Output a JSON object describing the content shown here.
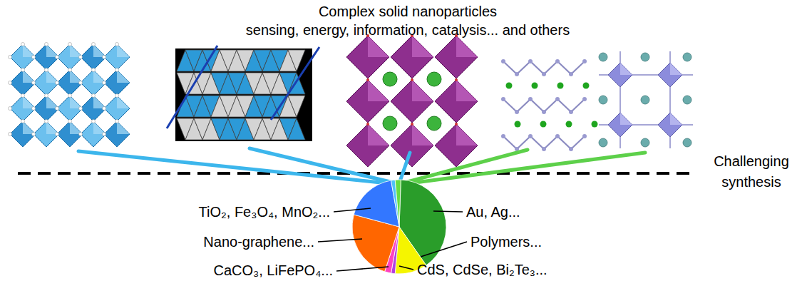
{
  "diagram": {
    "title": "Complex solid nanoparticles",
    "labels": [
      "sensing, energy, information, catalysis... and others",
      "Challenging synthesis",
      "TiO₂, Fe₃O₄, MnO₂...",
      "Au, Ag...",
      "Nano-graphene...",
      "Polymers...",
      "CaCO₃, LiFePO₄...",
      "CdS, CdSe, Bi₂Te₃..."
    ]
  }
}
